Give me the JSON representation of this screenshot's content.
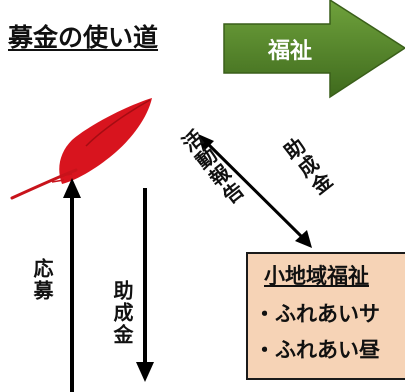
{
  "title": "募金の使い道",
  "welfare_label": "福祉",
  "labels": {
    "activity_report": "活動報告",
    "grant_diagonal": "助成金",
    "donation": "応募",
    "grant_vertical": "助成金"
  },
  "info_box": {
    "title": "小地域福祉",
    "items": [
      "・ふれあいサ",
      "・ふれあい昼"
    ]
  },
  "colors": {
    "feather": "#d8141e",
    "arrow_green": "#5a8a2e",
    "arrow_dark": "#3f6a1d",
    "box_fill": "#f6d3b6"
  }
}
